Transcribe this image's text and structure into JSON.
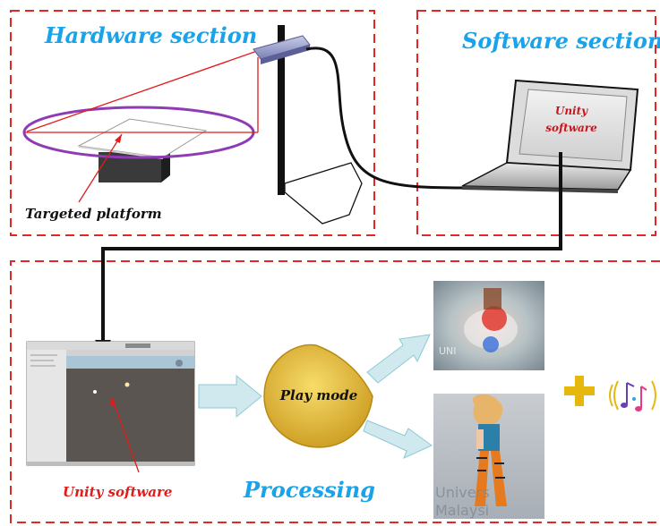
{
  "hardware": {
    "title": "Hardware section",
    "platform_label": "Targeted platform"
  },
  "software": {
    "title": "Software section",
    "screen_line1": "Unity",
    "screen_line2": "software"
  },
  "processing": {
    "title": "Processing",
    "editor_label": "Unity software",
    "play_mode": "Play mode"
  },
  "colors": {
    "dashed_border": "#e32626",
    "title_blue": "#1aa3e8",
    "label_red": "#e21b1b",
    "arrow_fill": "#cfe9ee",
    "arrow_stroke": "#8ec9d4",
    "play_fill": "#e0b31d",
    "ellipse": "#8e3bb4",
    "plus": "#e6b80e"
  },
  "icons": {
    "music": "music-notes-icon",
    "plus": "plus-icon"
  }
}
